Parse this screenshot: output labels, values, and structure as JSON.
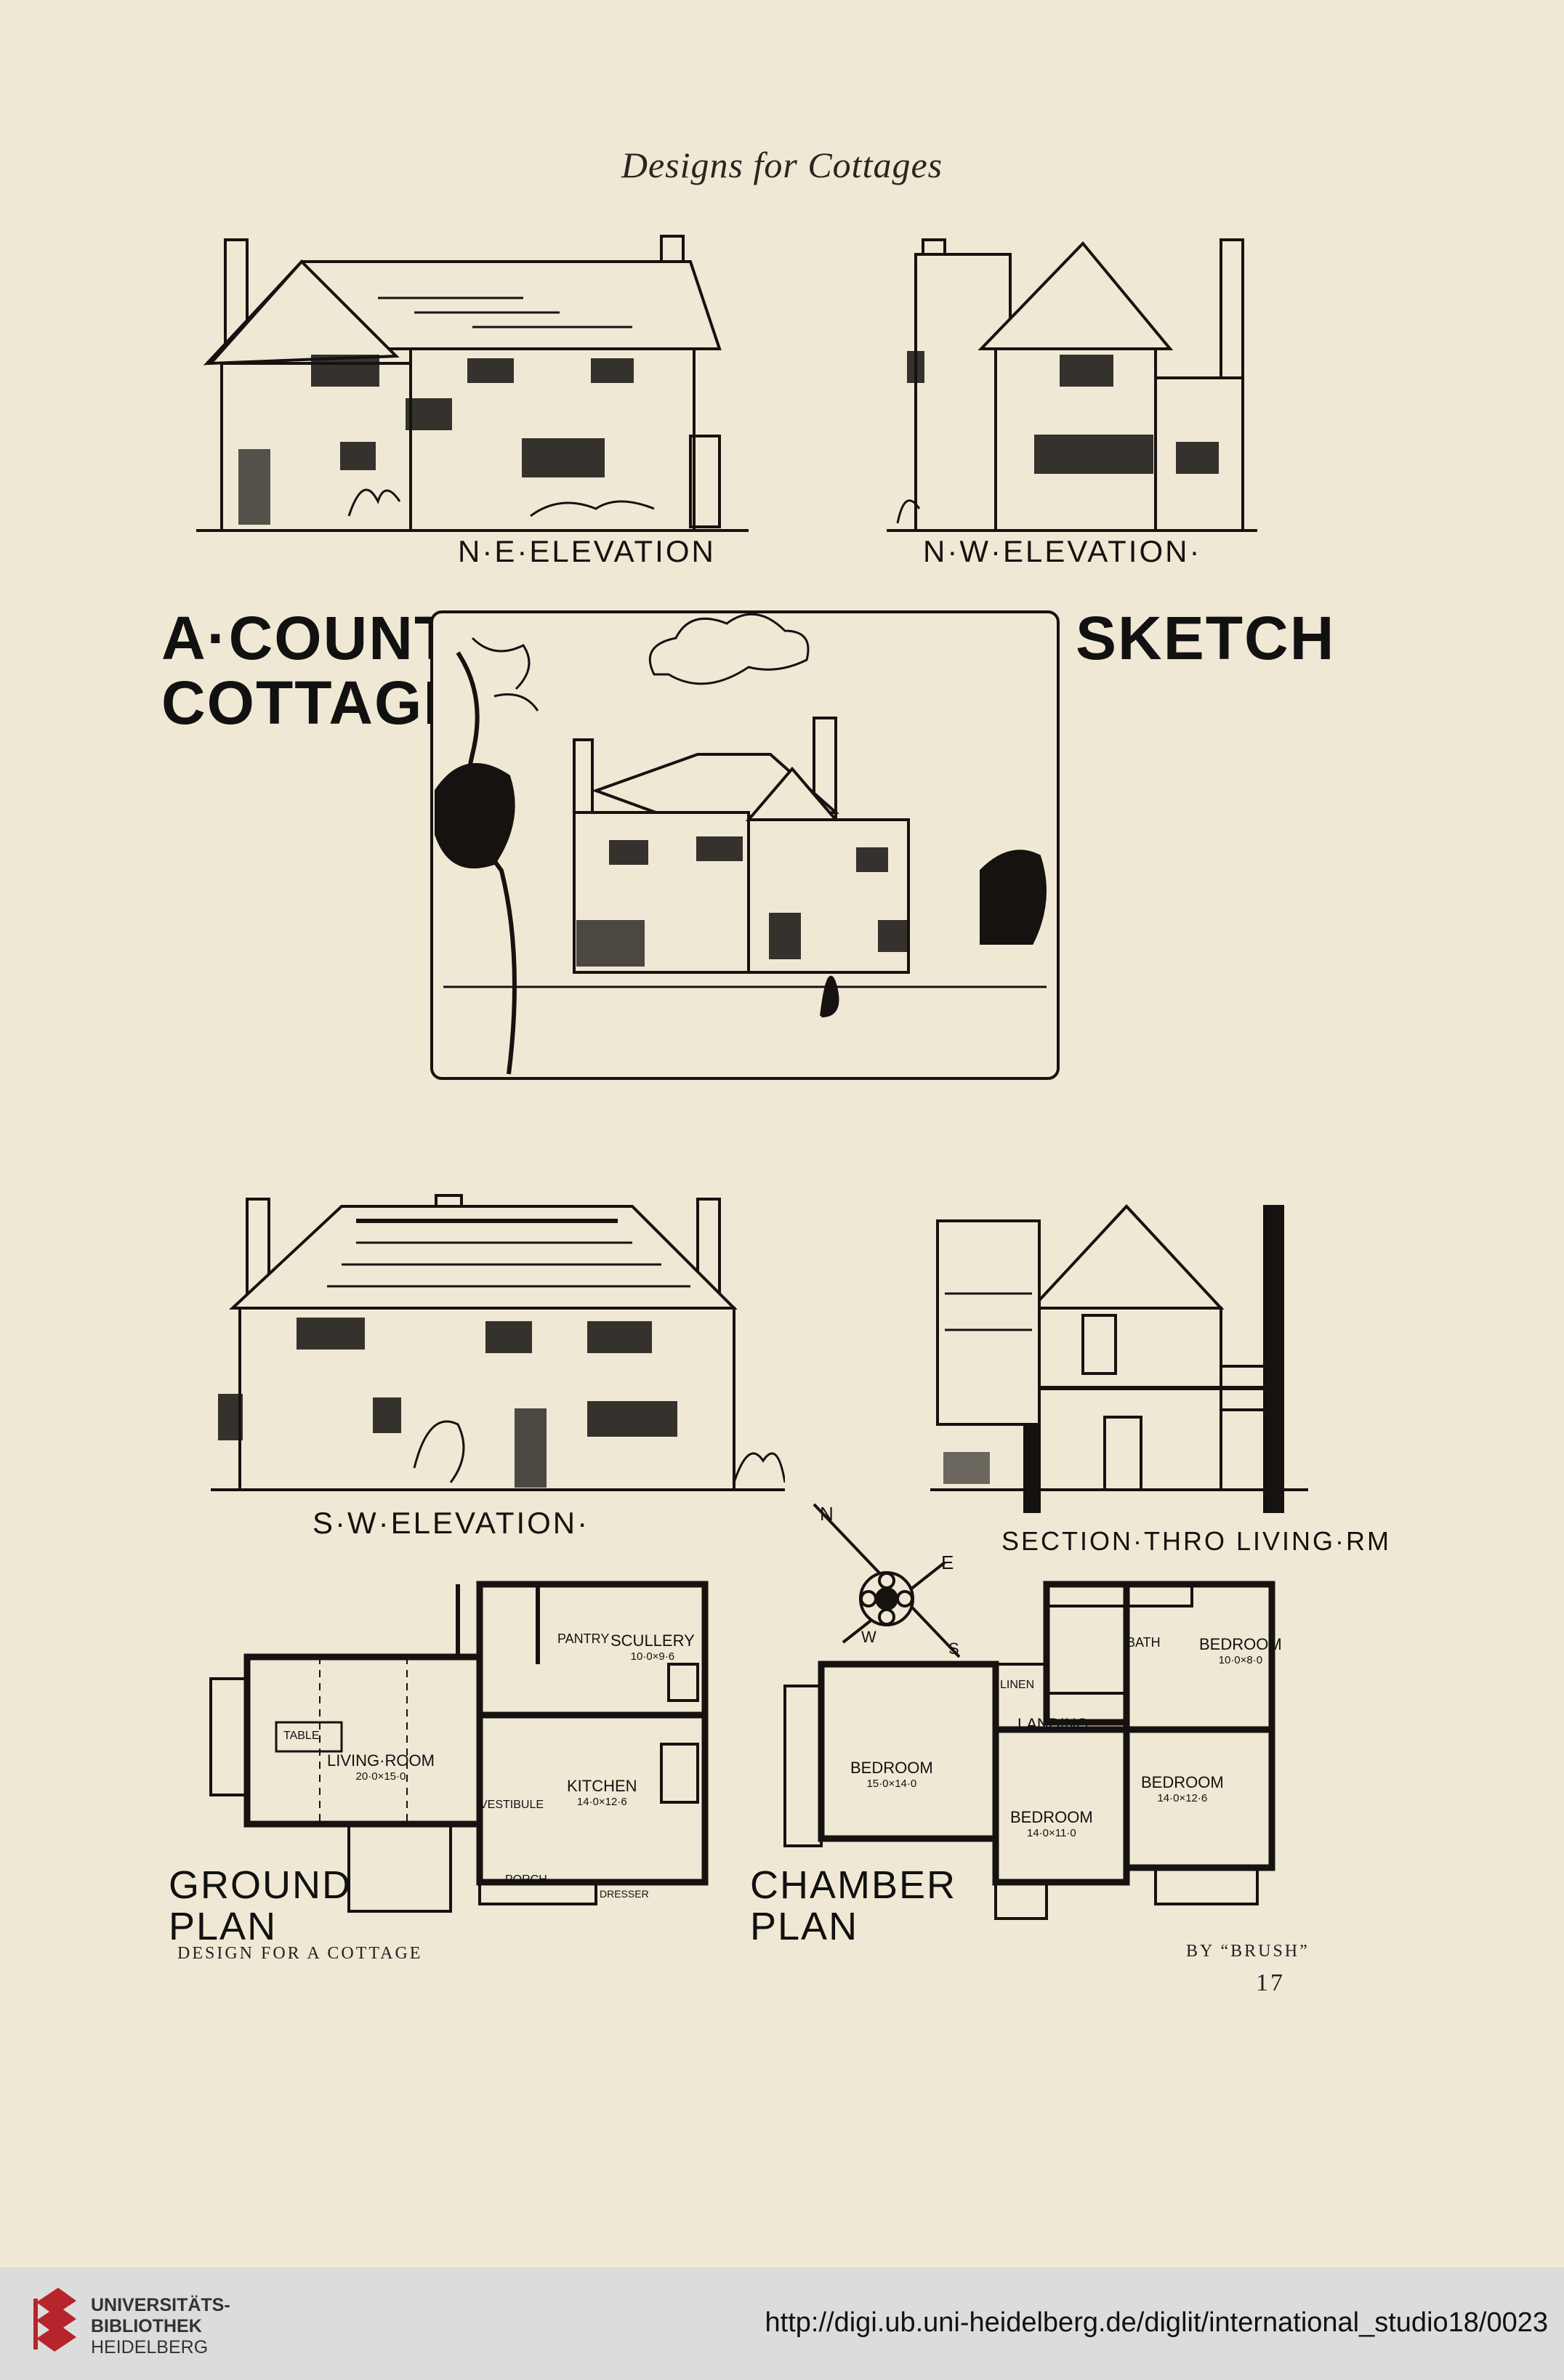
{
  "header": {
    "running_title": "Designs for Cottages"
  },
  "elevations": {
    "ne": "N·E·ELEVATION",
    "nw": "N·W·ELEVATION·",
    "sw": "S·W·ELEVATION·",
    "section": "SECTION·THRO LIVING·RM"
  },
  "sketch": {
    "title_line1": "A·COUNTRY",
    "title_line2": "COTTAGE",
    "title_right": "SKETCH"
  },
  "ground_plan": {
    "title_line1": "GROUND",
    "title_line2": "PLAN",
    "rooms": [
      {
        "name": "PANTRY",
        "dims": ""
      },
      {
        "name": "SCULLERY",
        "dims": "10·0×9·6"
      },
      {
        "name": "TABLE",
        "dims": ""
      },
      {
        "name": "LIVING·ROOM",
        "dims": "20·0×15·0"
      },
      {
        "name": "VESTIBULE",
        "dims": ""
      },
      {
        "name": "KITCHEN",
        "dims": "14·0×12·6"
      },
      {
        "name": "PORCH",
        "dims": ""
      },
      {
        "name": "DRESSER",
        "dims": ""
      }
    ]
  },
  "chamber_plan": {
    "title_line1": "CHAMBER",
    "title_line2": "PLAN",
    "rooms": [
      {
        "name": "BATH",
        "dims": ""
      },
      {
        "name": "BEDROOM",
        "dims": "10·0×8·0"
      },
      {
        "name": "LINEN",
        "dims": ""
      },
      {
        "name": "LANDING",
        "dims": ""
      },
      {
        "name": "BEDROOM",
        "dims": "15·0×14·0"
      },
      {
        "name": "BEDROOM",
        "dims": "14·0×11·0"
      },
      {
        "name": "BEDROOM",
        "dims": "14·0×12·6"
      }
    ]
  },
  "compass": {
    "n": "N",
    "e": "E",
    "w": "W",
    "s": "S"
  },
  "captions": {
    "left": "DESIGN FOR A COTTAGE",
    "right": "BY “BRUSH”",
    "page_number": "17"
  },
  "footer": {
    "logo_line1": "UNIVERSITÄTS-",
    "logo_line2": "BIBLIOTHEK",
    "logo_line3": "HEIDELBERG",
    "url": "http://digi.ub.uni-heidelberg.de/diglit/international_studio18/0023"
  },
  "colors": {
    "paper": "#efe8d4",
    "ink": "#151210",
    "footer_bg": "#dcdcdc",
    "logo_red": "#b5252b"
  }
}
